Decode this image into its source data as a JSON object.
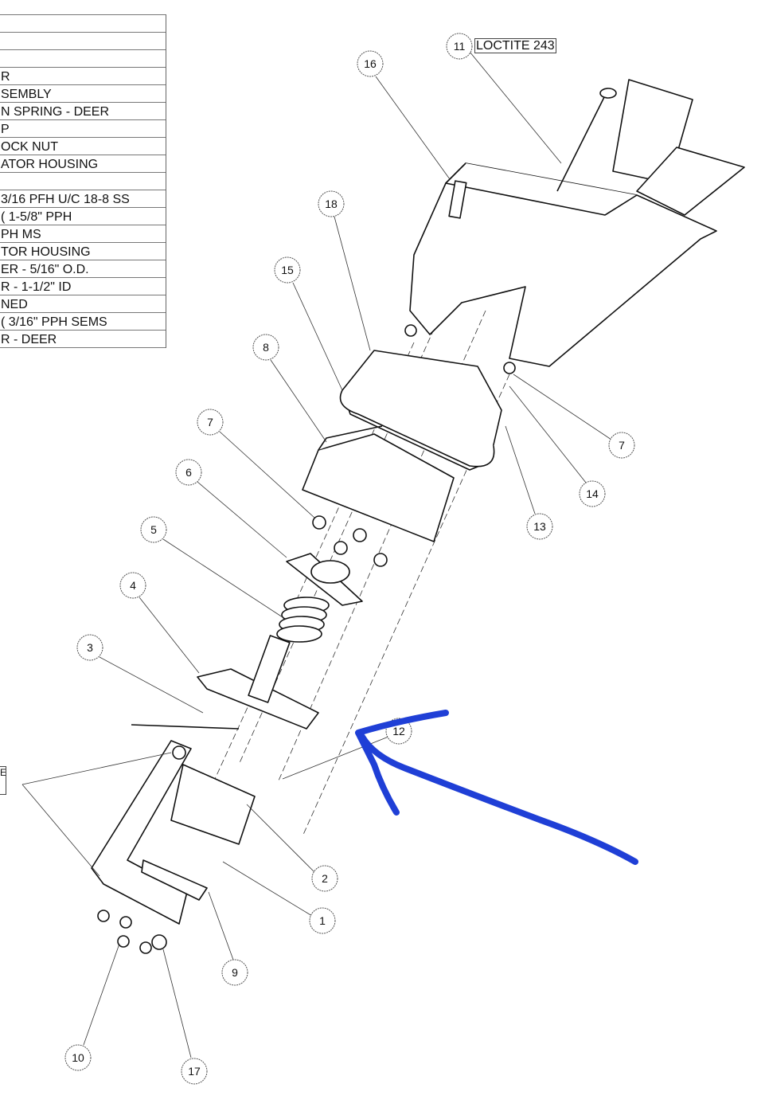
{
  "bom_rows": [
    "",
    "",
    "",
    "R",
    "SEMBLY",
    "N SPRING - DEER",
    "P",
    "OCK NUT",
    "ATOR HOUSING",
    "",
    "3/16 PFH U/C 18-8 SS",
    "( 1-5/8\" PPH",
    "PH MS",
    "TOR HOUSING",
    "ER - 5/16\" O.D.",
    "R - 1-1/2\" ID",
    "NED",
    "( 3/16\" PPH SEMS",
    "R - DEER"
  ],
  "loctite_note": "LOCTITE 243",
  "side_label": "E",
  "callouts": {
    "c11": "11",
    "c16": "16",
    "c18": "18",
    "c15": "15",
    "c8": "8",
    "c7a": "7",
    "c6": "6",
    "c5": "5",
    "c4": "4",
    "c3": "3",
    "c12": "12",
    "c2": "2",
    "c1": "1",
    "c9": "9",
    "c10": "10",
    "c17": "17",
    "c7b": "7",
    "c14": "14",
    "c13": "13"
  },
  "annotation_color": "#1f3fd6"
}
